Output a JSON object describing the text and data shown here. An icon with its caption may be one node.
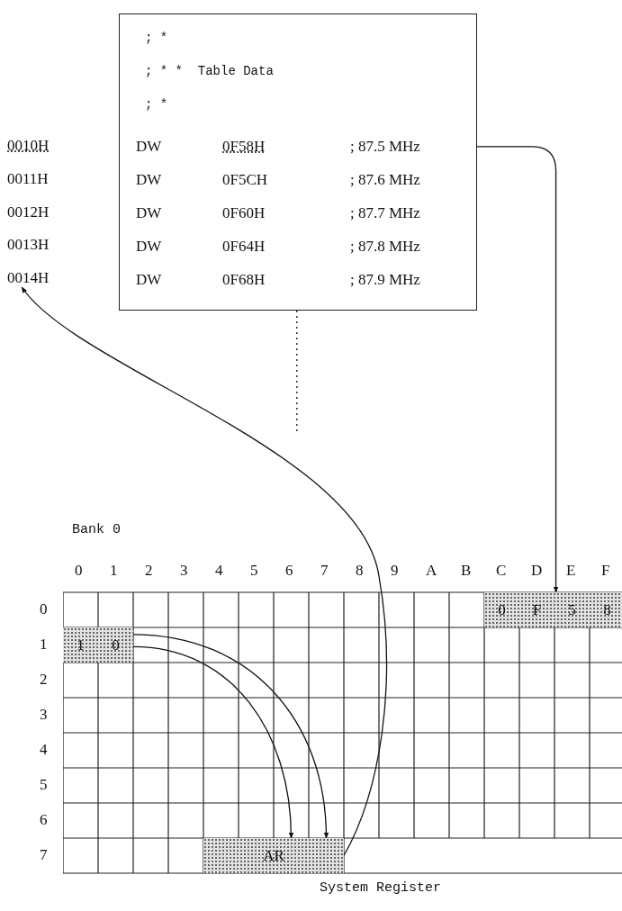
{
  "diagram": {
    "nodes": [
      {
        "text": [
          "; *",
          "; * *  Table Data",
          "; *",
          "DW",
          "0F58H",
          "; 87.5 MHz",
          "DW",
          "0F5CH",
          "; 87.6 MHz",
          "DW",
          "0F60H",
          "; 87.7 MHz",
          "DW",
          "0F64H",
          "; 87.8 MHz",
          "DW",
          "0F68H",
          "; 87.9 MHz"
        ]
      },
      {
        "text": [
          "0010H"
        ]
      },
      {
        "text": [
          "0011H"
        ]
      },
      {
        "text": [
          "0012H"
        ]
      },
      {
        "text": [
          "0013H"
        ]
      },
      {
        "text": [
          "0014H"
        ]
      },
      {
        "text": [
          "Bank 0"
        ]
      },
      {
        "text": [],
        "shape": "bar",
        "in": 6
      },
      {
        "text": [
          "0"
        ],
        "in": 7
      },
      {
        "text": [
          "F"
        ],
        "in": 7
      },
      {
        "text": [
          "5"
        ],
        "in": 7
      },
      {
        "text": [
          "8"
        ],
        "in": 7
      },
      {
        "text": [],
        "shape": "bar",
        "in": 6
      },
      {
        "text": [
          "1"
        ],
        "in": 12
      },
      {
        "text": [
          "0"
        ],
        "in": 12
      },
      {
        "text": [
          "AR"
        ],
        "in": 6
      }
    ],
    "edges": [
      {
        "from": 0,
        "to": 7,
        "arrow": "to"
      },
      {
        "from": 12,
        "to": 15,
        "arrow": "to"
      },
      {
        "from": 12,
        "to": 15,
        "arrow": "to"
      },
      {
        "from": 15,
        "to": 5,
        "arrow": "to"
      },
      {
        "from": 0,
        "to": null,
        "arrow": "none",
        "style": "dashed"
      }
    ],
    "labels": [
      "0",
      "1",
      "2",
      "3",
      "4",
      "5",
      "6",
      "7",
      "8",
      "9",
      "A",
      "B",
      "C",
      "D",
      "E",
      "F",
      "0",
      "1",
      "2",
      "3",
      "4",
      "5",
      "6",
      "7",
      "System Register"
    ]
  }
}
